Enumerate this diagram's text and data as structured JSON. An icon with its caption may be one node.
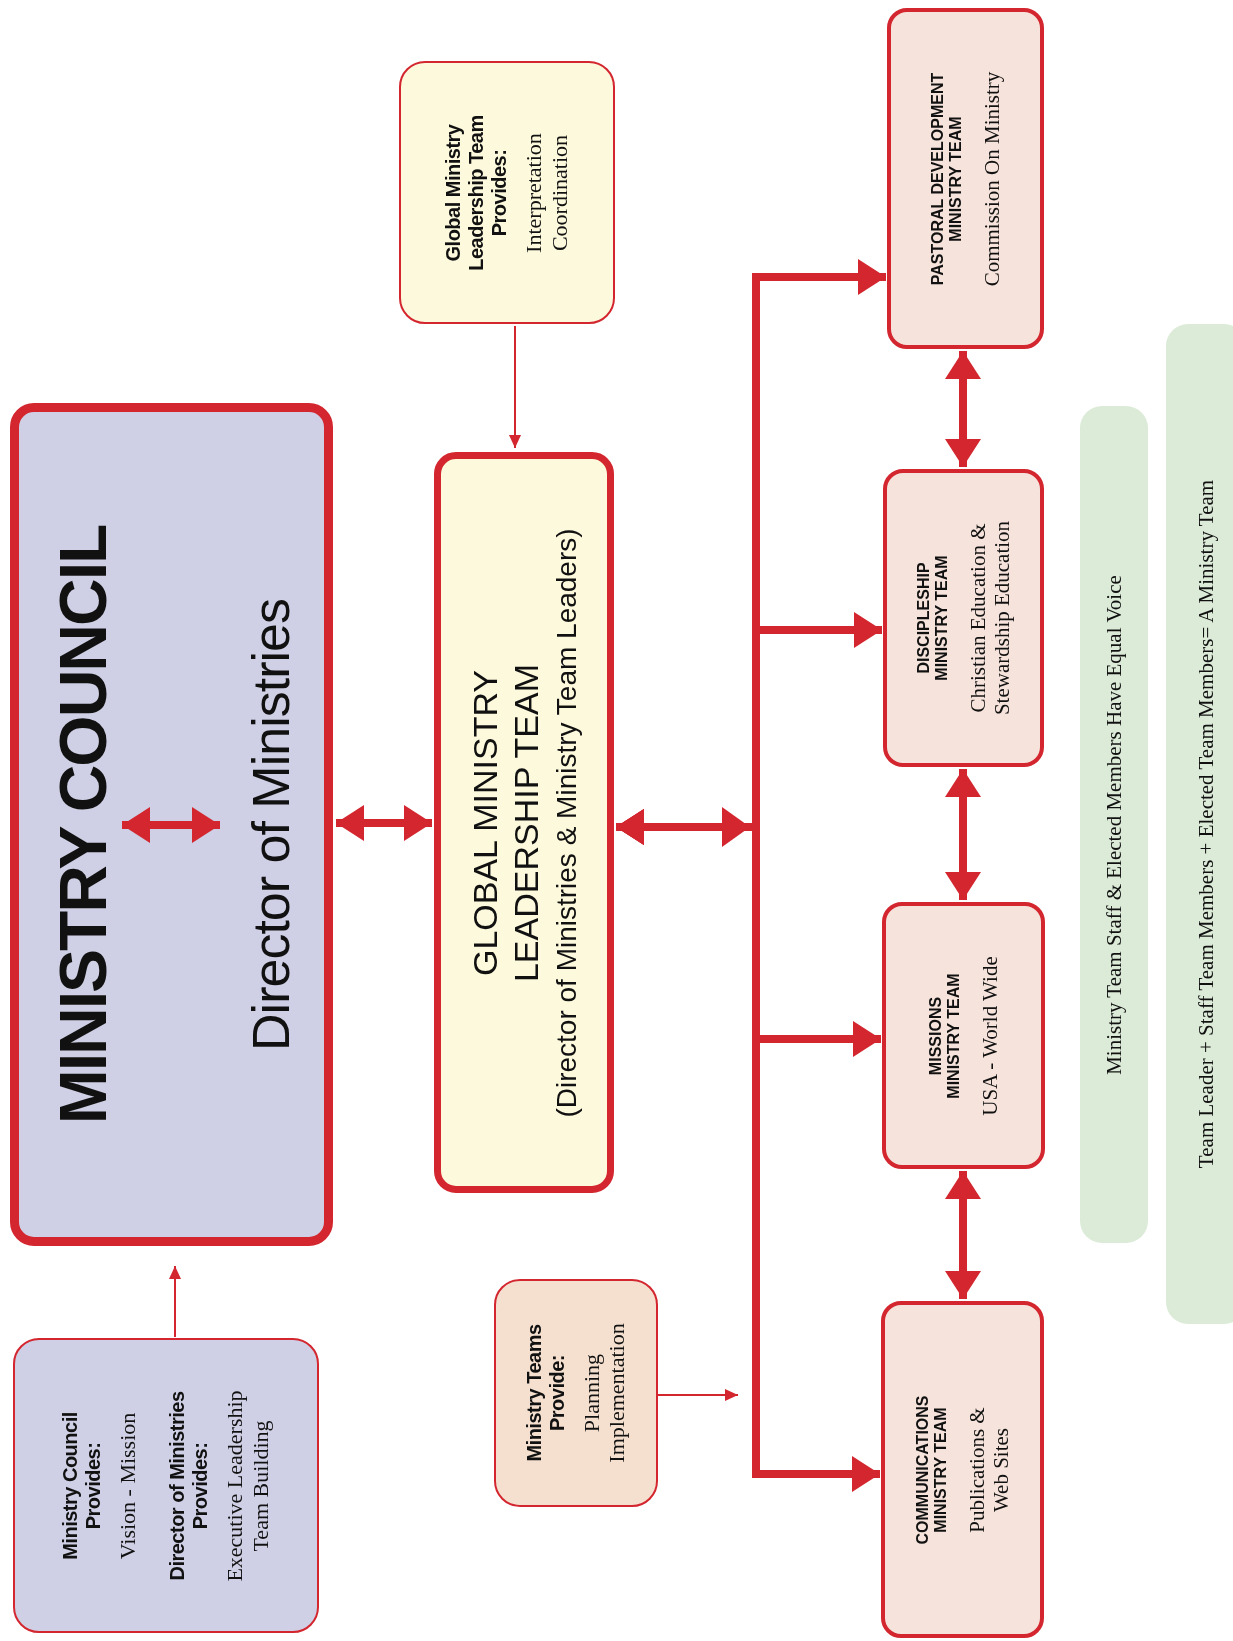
{
  "diagram": {
    "nodes": [
      {
        "text": [
          "MINISTRY COUNCIL",
          "Director of Ministries"
        ]
      },
      {
        "text": [
          "GLOBAL MINISTRY LEADERSHIP TEAM",
          "(Director of Ministries & Ministry Team Leaders)"
        ]
      },
      {
        "text": [
          "Global Ministry Leadership Team Provides:",
          "Interpretation Coordination"
        ]
      },
      {
        "text": [
          "Ministry Council Provides:",
          "Vision - Mission",
          "Director of Ministries Provides:",
          "Executive Leadership Team Building"
        ]
      },
      {
        "text": [
          "Ministry Teams Provide:",
          "Planning Implementation"
        ]
      },
      {
        "text": [
          "PASTORAL DEVELOPMENT MINISTRY TEAM",
          "Commission On Ministry"
        ]
      },
      {
        "text": [
          "DISCIPLESHIP MINISTRY TEAM",
          "Christian Education & Stewardship Education"
        ]
      },
      {
        "text": [
          "MISSIONS MINISTRY TEAM",
          "USA - World Wide"
        ]
      },
      {
        "text": [
          "COMMUNICATIONS MINISTRY TEAM",
          "Publications & Web Sites"
        ]
      },
      {
        "text": [
          "Ministry Team Staff & Elected Members Have Equal Voice"
        ]
      },
      {
        "text": [
          "Team Leader + Staff Team Members + Elected Team Members= A Ministry Team"
        ]
      }
    ],
    "edges": [
      {
        "from": 0,
        "to": 1,
        "arrow": "both"
      },
      {
        "from": 1,
        "to": 5,
        "arrow": "both"
      },
      {
        "from": 1,
        "to": 6,
        "arrow": "both"
      },
      {
        "from": 1,
        "to": 7,
        "arrow": "both"
      },
      {
        "from": 1,
        "to": 8,
        "arrow": "both"
      },
      {
        "from": 5,
        "to": 6,
        "arrow": "both"
      },
      {
        "from": 6,
        "to": 7,
        "arrow": "both"
      },
      {
        "from": 7,
        "to": 8,
        "arrow": "both"
      },
      {
        "from": 2,
        "to": 1,
        "arrow": "to"
      },
      {
        "from": 3,
        "to": 0,
        "arrow": "to"
      },
      {
        "from": 4,
        "to": null,
        "arrow": "to"
      }
    ]
  }
}
